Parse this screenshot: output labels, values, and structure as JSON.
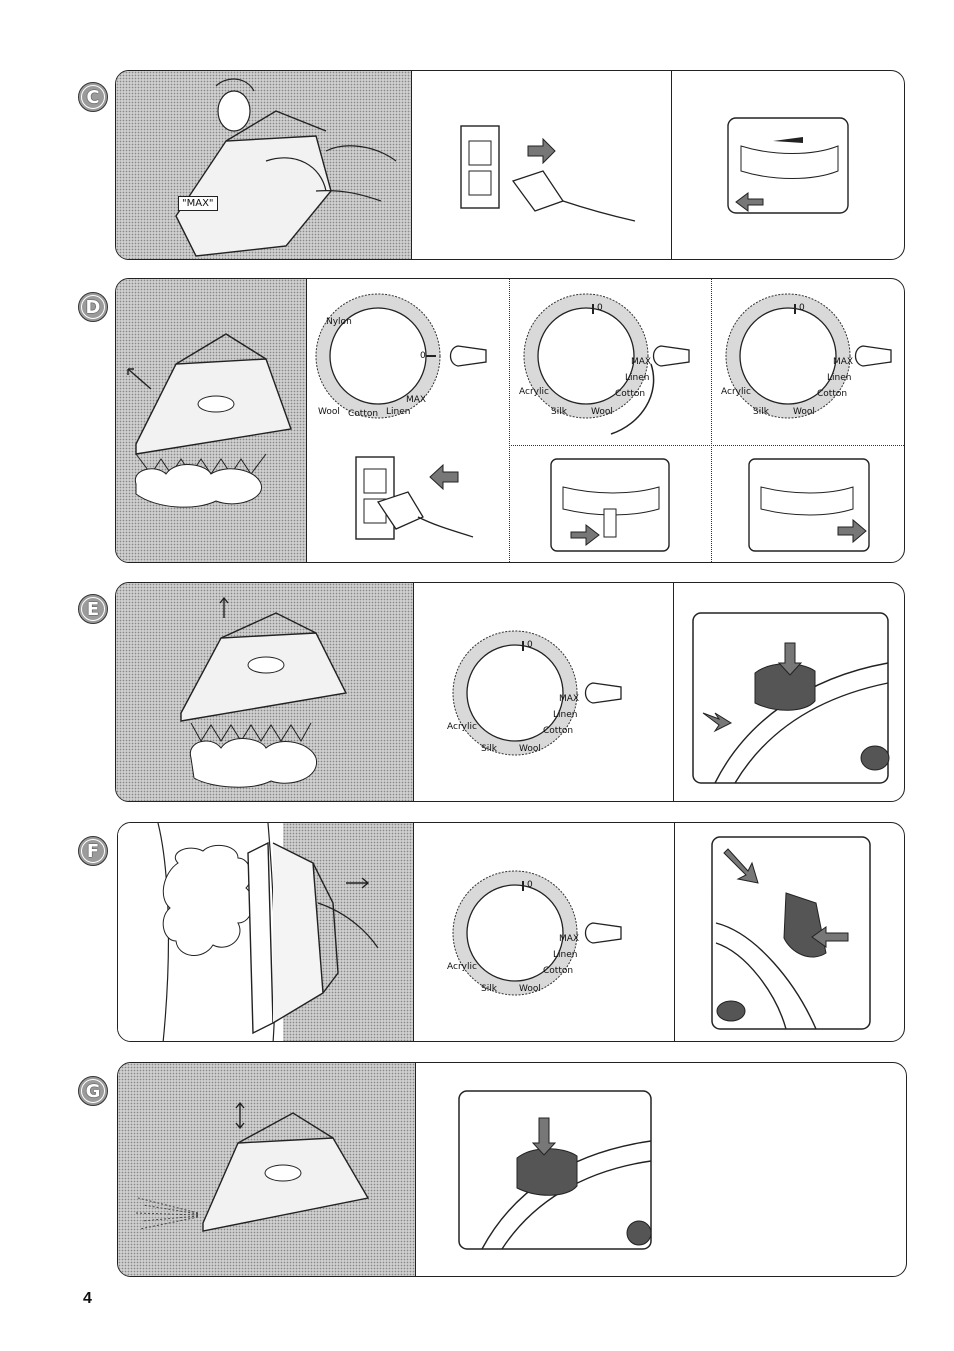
{
  "sections": {
    "c": {
      "badge": "C",
      "max_label": "\"MAX\""
    },
    "d": {
      "badge": "D"
    },
    "e": {
      "badge": "E"
    },
    "f": {
      "badge": "F"
    },
    "g": {
      "badge": "G"
    }
  },
  "dial_labels": {
    "zero": "0",
    "acrylic": "Acrylic",
    "silk": "Silk",
    "wool": "Wool",
    "cotton": "Cotton",
    "linen": "Linen",
    "max": "MAX",
    "nylon": "Nylon"
  },
  "page_number": "4"
}
